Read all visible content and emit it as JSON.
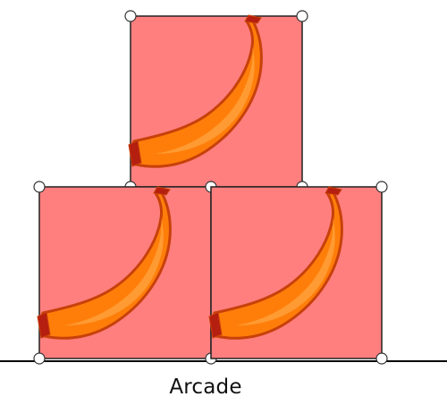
{
  "scene": {
    "ground_label": "Arcade",
    "colors": {
      "box_fill": "#ff7f7f",
      "box_stroke": "#222222",
      "handle_fill": "#ffffff",
      "handle_stroke": "#333333",
      "ground_line": "#000000",
      "banana_body": "#ff7e0a",
      "banana_outline": "#c8410a",
      "banana_tip": "#b51f10",
      "banana_highlight": "#ffa23c"
    },
    "boxes": [
      {
        "name": "top-box",
        "image": "banana-icon"
      },
      {
        "name": "bottom-left-box",
        "image": "banana-icon"
      },
      {
        "name": "bottom-right-box",
        "image": "banana-icon"
      }
    ]
  }
}
